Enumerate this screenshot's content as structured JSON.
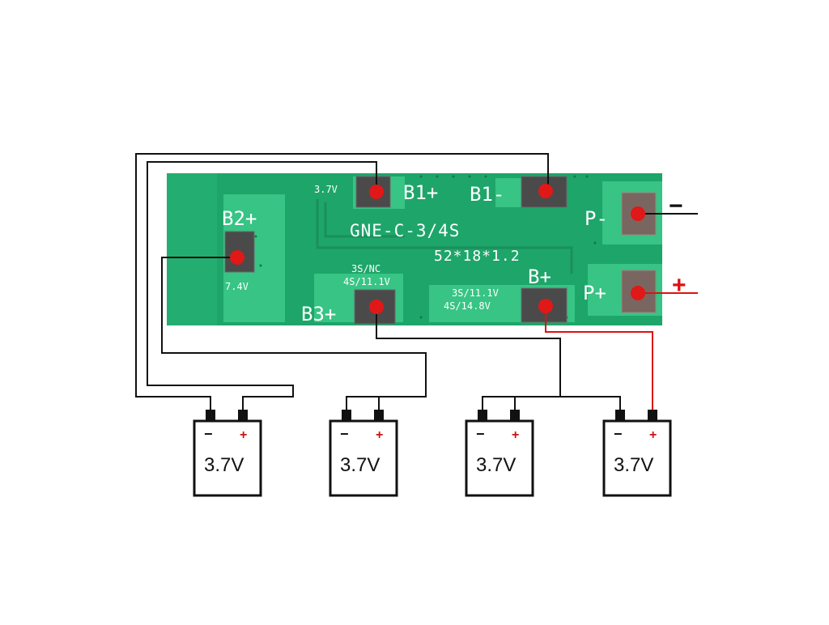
{
  "board": {
    "model_label": "GNE-C-3/4S",
    "size_label": "52*18*1.2",
    "pads": {
      "b1_plus": "B1+",
      "b1_minus": "B1-",
      "b2_plus": "B2+",
      "b3_plus": "B3+",
      "b_plus": "B+",
      "p_minus": "P-",
      "p_plus": "P+"
    },
    "silk": {
      "v37": "3.7V",
      "v74": "7.4V",
      "b3_line1": "3S/NC",
      "b3_line2": "4S/11.1V",
      "bp_line1": "3S/11.1V",
      "bp_line2": "4S/14.8V"
    },
    "output_signs": {
      "minus": "−",
      "plus": "+"
    }
  },
  "batteries": [
    {
      "label": "3.7V",
      "minus": "−",
      "plus": "+"
    },
    {
      "label": "3.7V",
      "minus": "−",
      "plus": "+"
    },
    {
      "label": "3.7V",
      "minus": "−",
      "plus": "+"
    },
    {
      "label": "3.7V",
      "minus": "−",
      "plus": "+"
    }
  ],
  "colors": {
    "pcb": "#1ea56a",
    "pcb_light": "#37c484",
    "pad": "#4a4a4a",
    "output_pad": "#7a6660",
    "red": "#e01818",
    "wire_black": "#111111",
    "wire_red": "#dd1111"
  }
}
